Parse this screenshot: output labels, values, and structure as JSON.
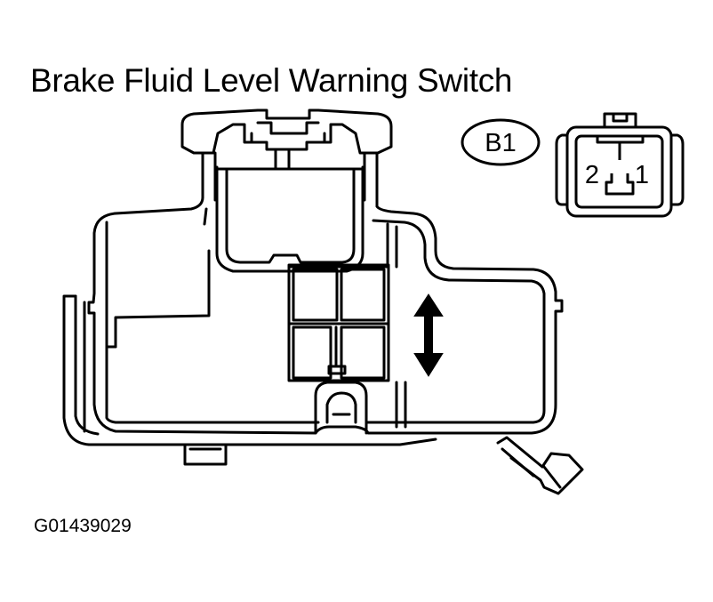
{
  "title": "Brake Fluid Level Warning Switch",
  "connector": {
    "label": "B1",
    "pins": [
      "2",
      "1"
    ]
  },
  "figure_id": "G01439029",
  "colors": {
    "line": "#000000",
    "background": "#ffffff"
  }
}
